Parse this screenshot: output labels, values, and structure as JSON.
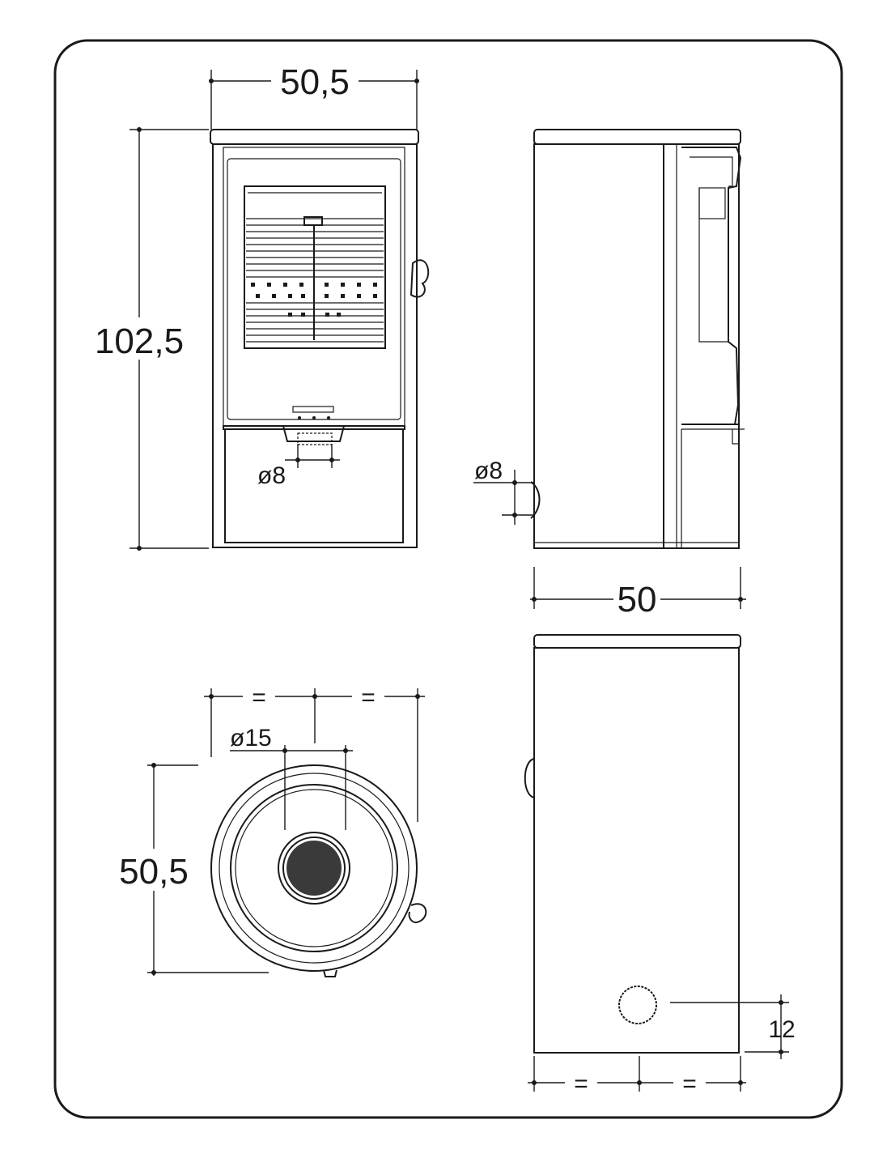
{
  "labels": {
    "front_width": "50,5",
    "height": "102,5",
    "front_outlet": "ø8",
    "side_outlet": "ø8",
    "side_depth": "50",
    "top_equal_left": "=",
    "top_equal_right": "=",
    "top_flue": "ø15",
    "top_depth": "50,5",
    "rear_height": "12",
    "rear_equal_left": "=",
    "rear_equal_right": "="
  },
  "colors": {
    "line": "#1a1a1a",
    "flue_fill": "#3a3a3a",
    "background": "#ffffff"
  }
}
